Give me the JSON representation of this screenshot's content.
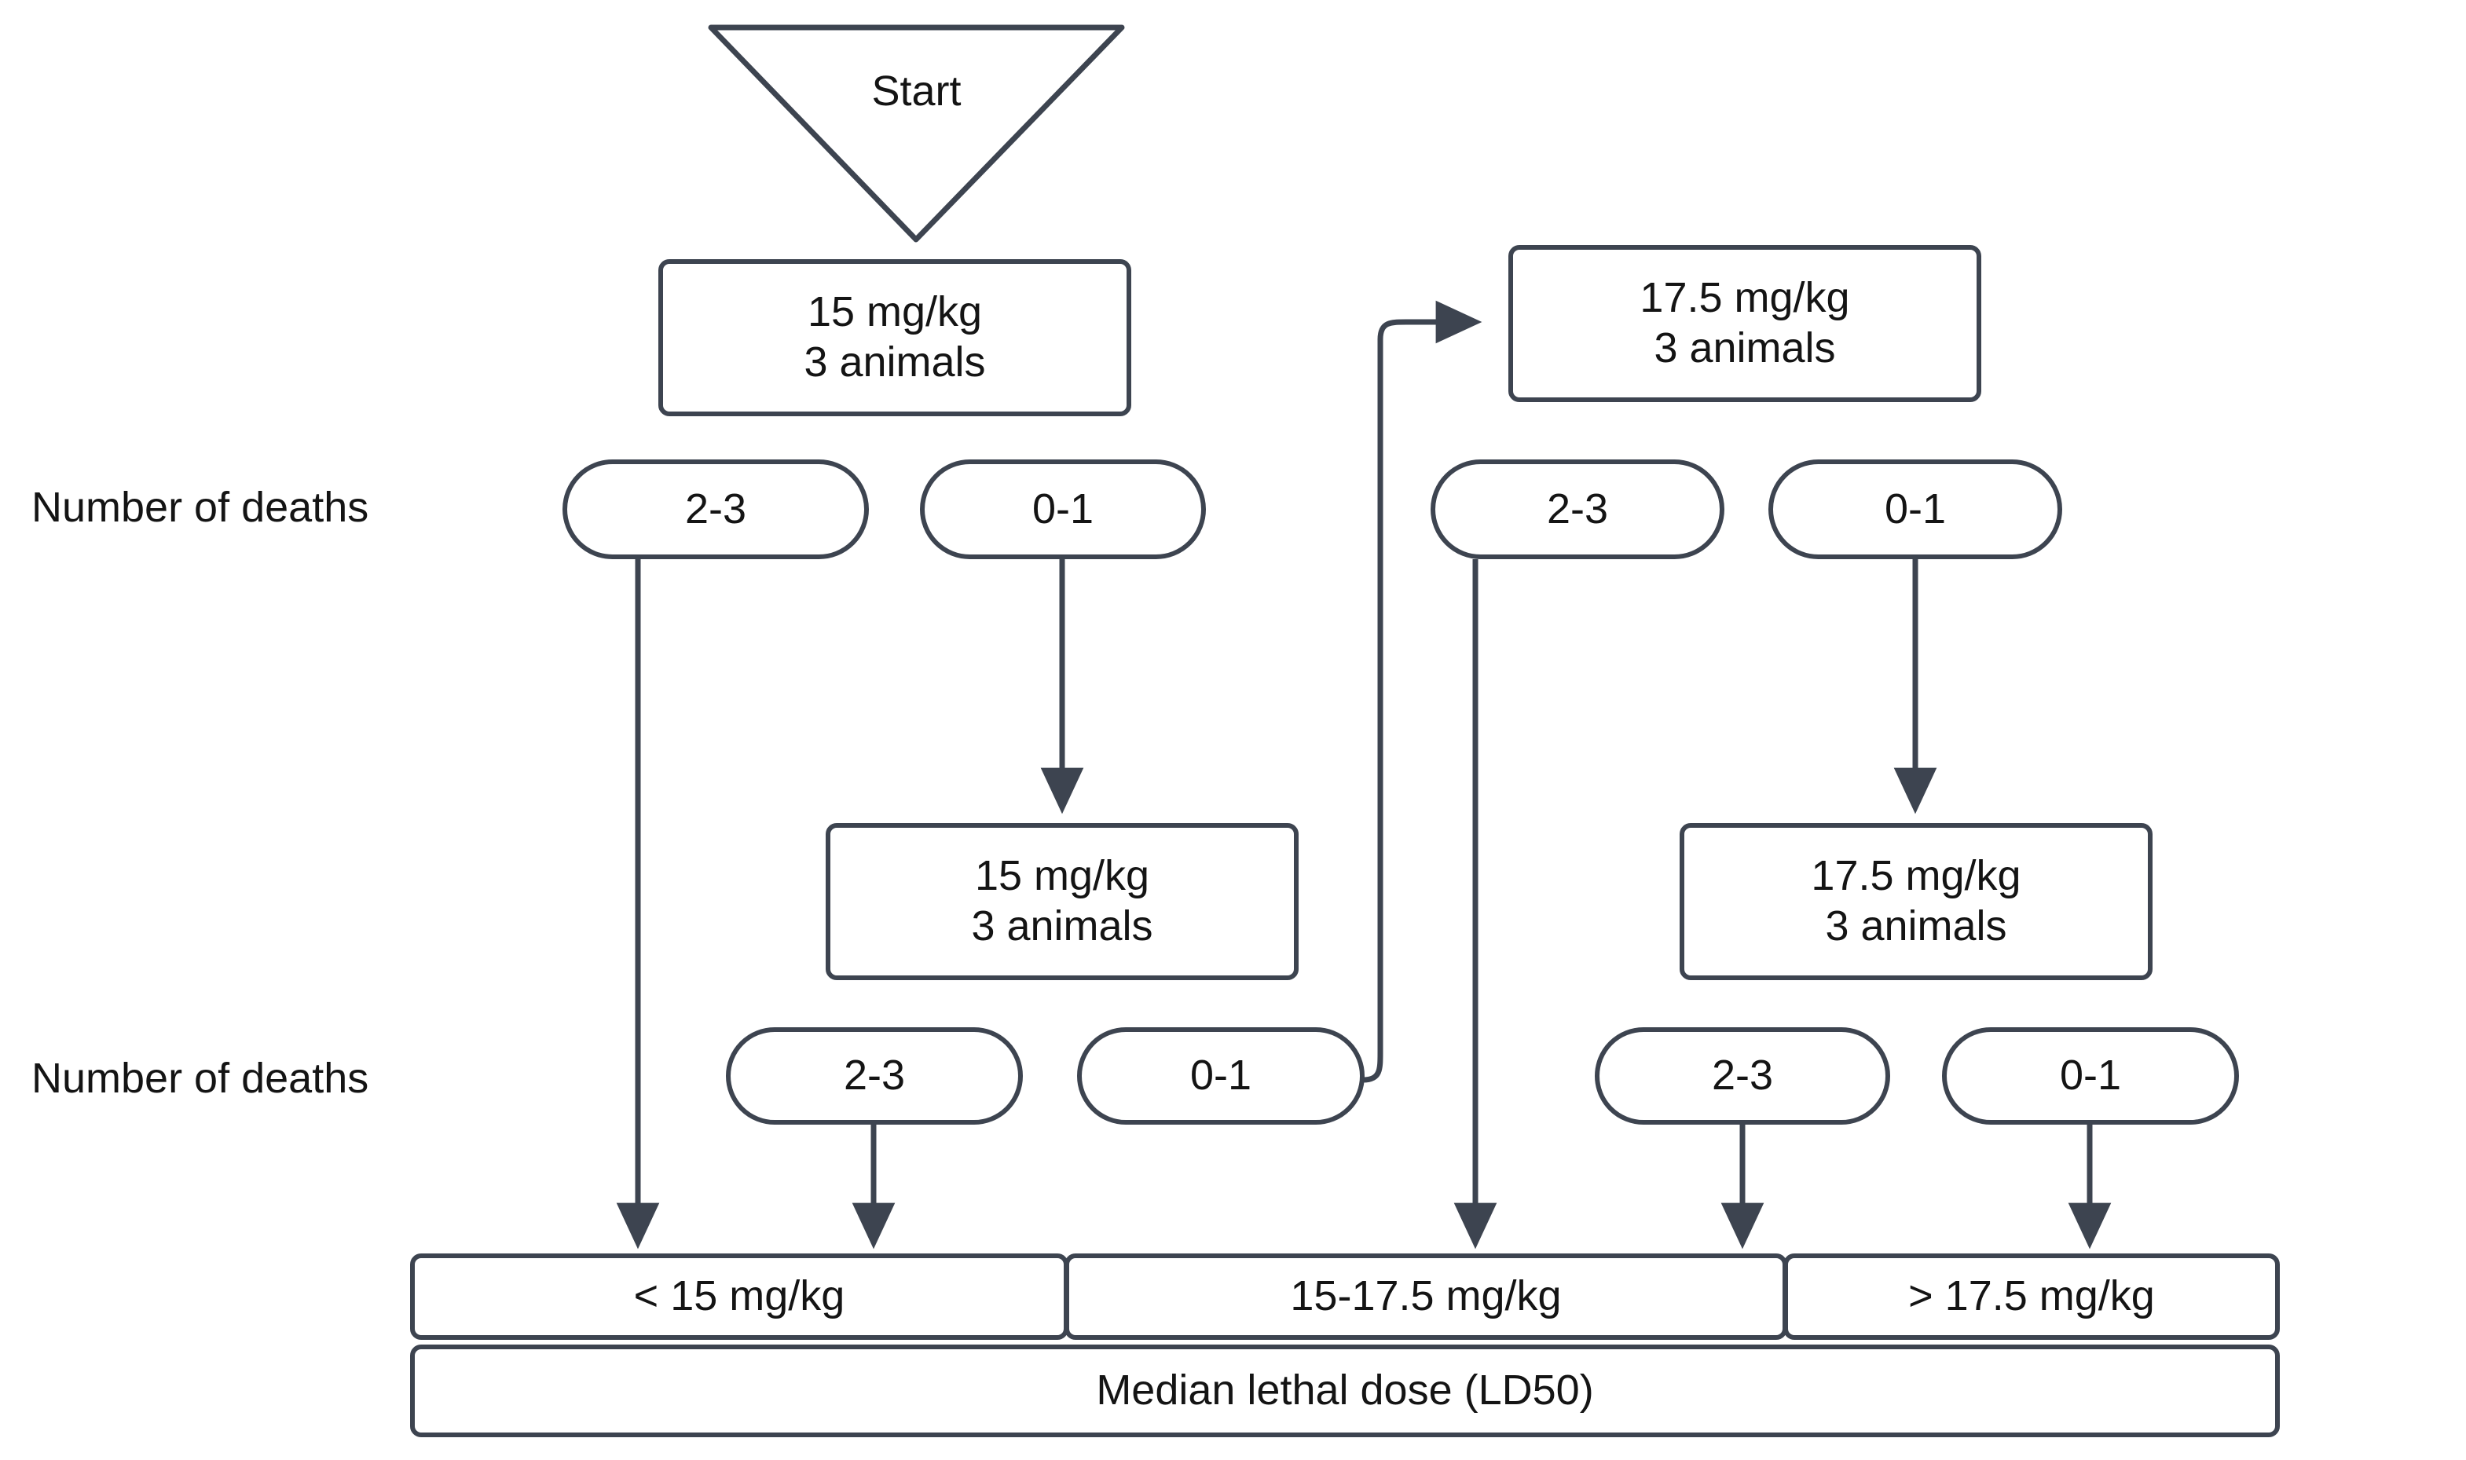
{
  "diagram": {
    "title": "Median lethal dose (LD50) up-and-down flowchart",
    "stroke_color": "#3d4450",
    "text_color": "#141414",
    "background_color": "#ffffff"
  },
  "start": {
    "label": "Start",
    "shape": "inverted-triangle"
  },
  "row_labels": {
    "deaths_1": "Number of deaths",
    "deaths_2": "Number of deaths"
  },
  "dose_nodes": {
    "d1": {
      "dose": "15 mg/kg",
      "animals": "3 animals"
    },
    "d2": {
      "dose": "17.5 mg/kg",
      "animals": "3 animals"
    },
    "d3": {
      "dose": "15 mg/kg",
      "animals": "3 animals"
    },
    "d4": {
      "dose": "17.5 mg/kg",
      "animals": "3 animals"
    }
  },
  "decisions_row1": [
    {
      "id": "r1a",
      "label": "2-3"
    },
    {
      "id": "r1b",
      "label": "0-1"
    },
    {
      "id": "r1c",
      "label": "2-3"
    },
    {
      "id": "r1d",
      "label": "0-1"
    }
  ],
  "decisions_row2": [
    {
      "id": "r2a",
      "label": "2-3"
    },
    {
      "id": "r2b",
      "label": "0-1"
    },
    {
      "id": "r2c",
      "label": "2-3"
    },
    {
      "id": "r2d",
      "label": "0-1"
    }
  ],
  "results": {
    "cells": [
      {
        "id": "res_low",
        "label": "< 15 mg/kg"
      },
      {
        "id": "res_mid",
        "label": "15-17.5 mg/kg"
      },
      {
        "id": "res_high",
        "label": "> 17.5 mg/kg"
      }
    ],
    "summary": "Median lethal dose (LD50)"
  }
}
